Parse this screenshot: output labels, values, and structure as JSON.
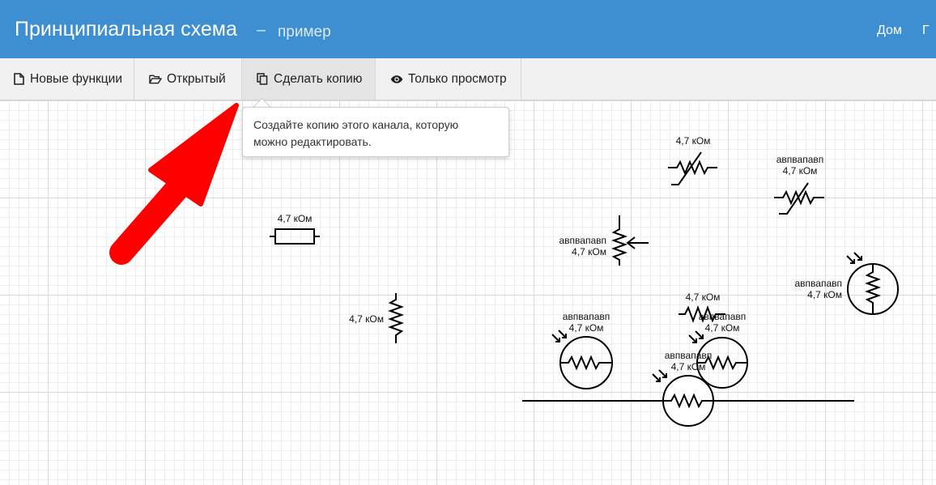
{
  "header": {
    "title": "Принципиальная схема",
    "dash": "–",
    "subtitle": "пример",
    "nav_home": "Дом",
    "nav_more": "Г"
  },
  "toolbar": {
    "items": [
      {
        "label": "Новые функции",
        "icon": "file-icon"
      },
      {
        "label": "Открытый",
        "icon": "folder-open-icon"
      },
      {
        "label": "Сделать копию",
        "icon": "copy-icon"
      },
      {
        "label": "Только просмотр",
        "icon": "eye-icon"
      }
    ]
  },
  "tooltip": {
    "line1": "Создайте копию этого канала, которую",
    "line2": "можно редактировать."
  },
  "annotation": {
    "arrow_color": "#ff0000"
  },
  "components": {
    "resistor_h": {
      "value": "4,7 кОм"
    },
    "resistor_v": {
      "value": "4,7 кОм"
    },
    "varistor_top": {
      "value": "4,7 кОм"
    },
    "varistor_right": {
      "name": "авпвапавп",
      "value": "4,7 кОм"
    },
    "potentiometer": {
      "name": "авпвапавп",
      "value": "4,7 кОм"
    },
    "photoresistor_right": {
      "name": "авпвапавп",
      "value": "4,7 кОм"
    },
    "resistor_zigzag": {
      "value": "4,7 кОм"
    },
    "photoresistor_a": {
      "name": "авпвапавп",
      "value": "4,7 кОм"
    },
    "photoresistor_b": {
      "name": "авпвапавп",
      "value": "4,7 кОм"
    },
    "photoresistor_c": {
      "name": "авпвапавп",
      "value": "4,7 кОм"
    }
  },
  "colors": {
    "header_bg": "#3d8fd1",
    "toolbar_bg": "#f1f1f1",
    "grid_major": "#d9d9d9",
    "grid_minor": "#eeeeee"
  }
}
